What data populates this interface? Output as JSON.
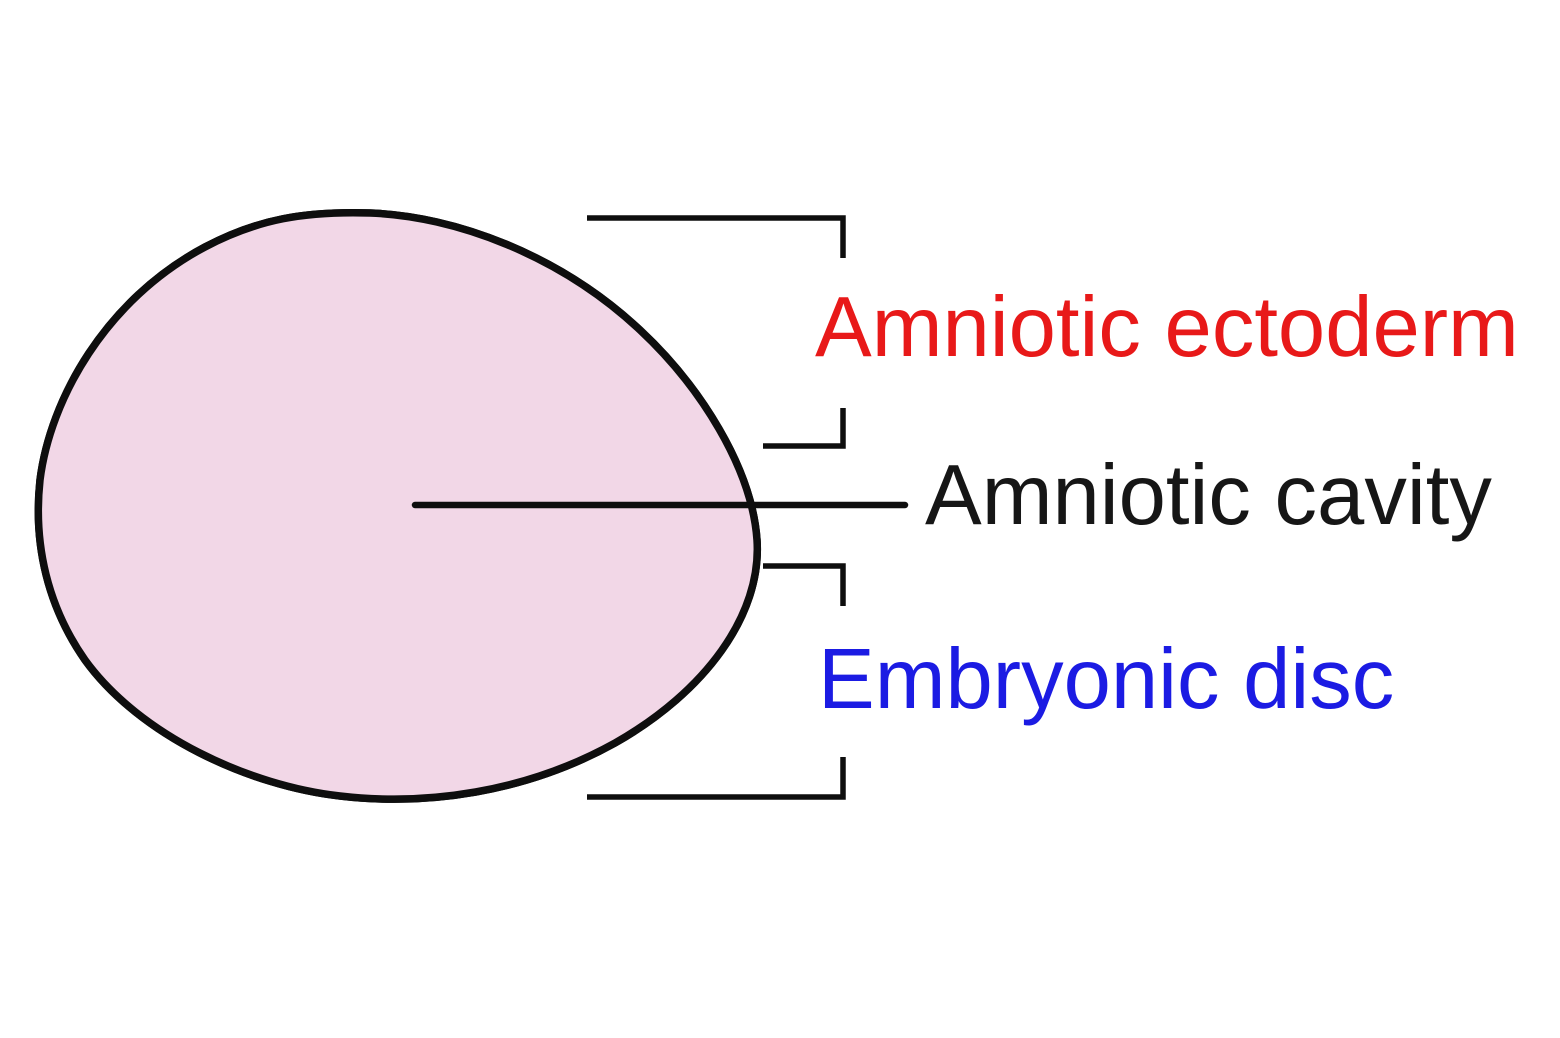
{
  "figure": {
    "labels": {
      "amniotic_ectoderm": {
        "text": "Amniotic ectoderm",
        "color": "#E81919"
      },
      "amniotic_cavity": {
        "text": "Amniotic cavity",
        "color": "#161616"
      },
      "embryonic_disc": {
        "text": "Embryonic disc",
        "color": "#1B1BE3"
      }
    },
    "colors": {
      "background": "#FFFFFF",
      "line": "#0E0E0E",
      "cytoplasm": "#F2D7E7",
      "cavity_fill": "#F7F6C3",
      "nucleus_ectoderm": "#EE1B1F",
      "nucleus_transitional": "#C42A50",
      "nucleus_intermediate": "#8E5A9B",
      "nucleus_disc": "#4A68B2"
    }
  }
}
